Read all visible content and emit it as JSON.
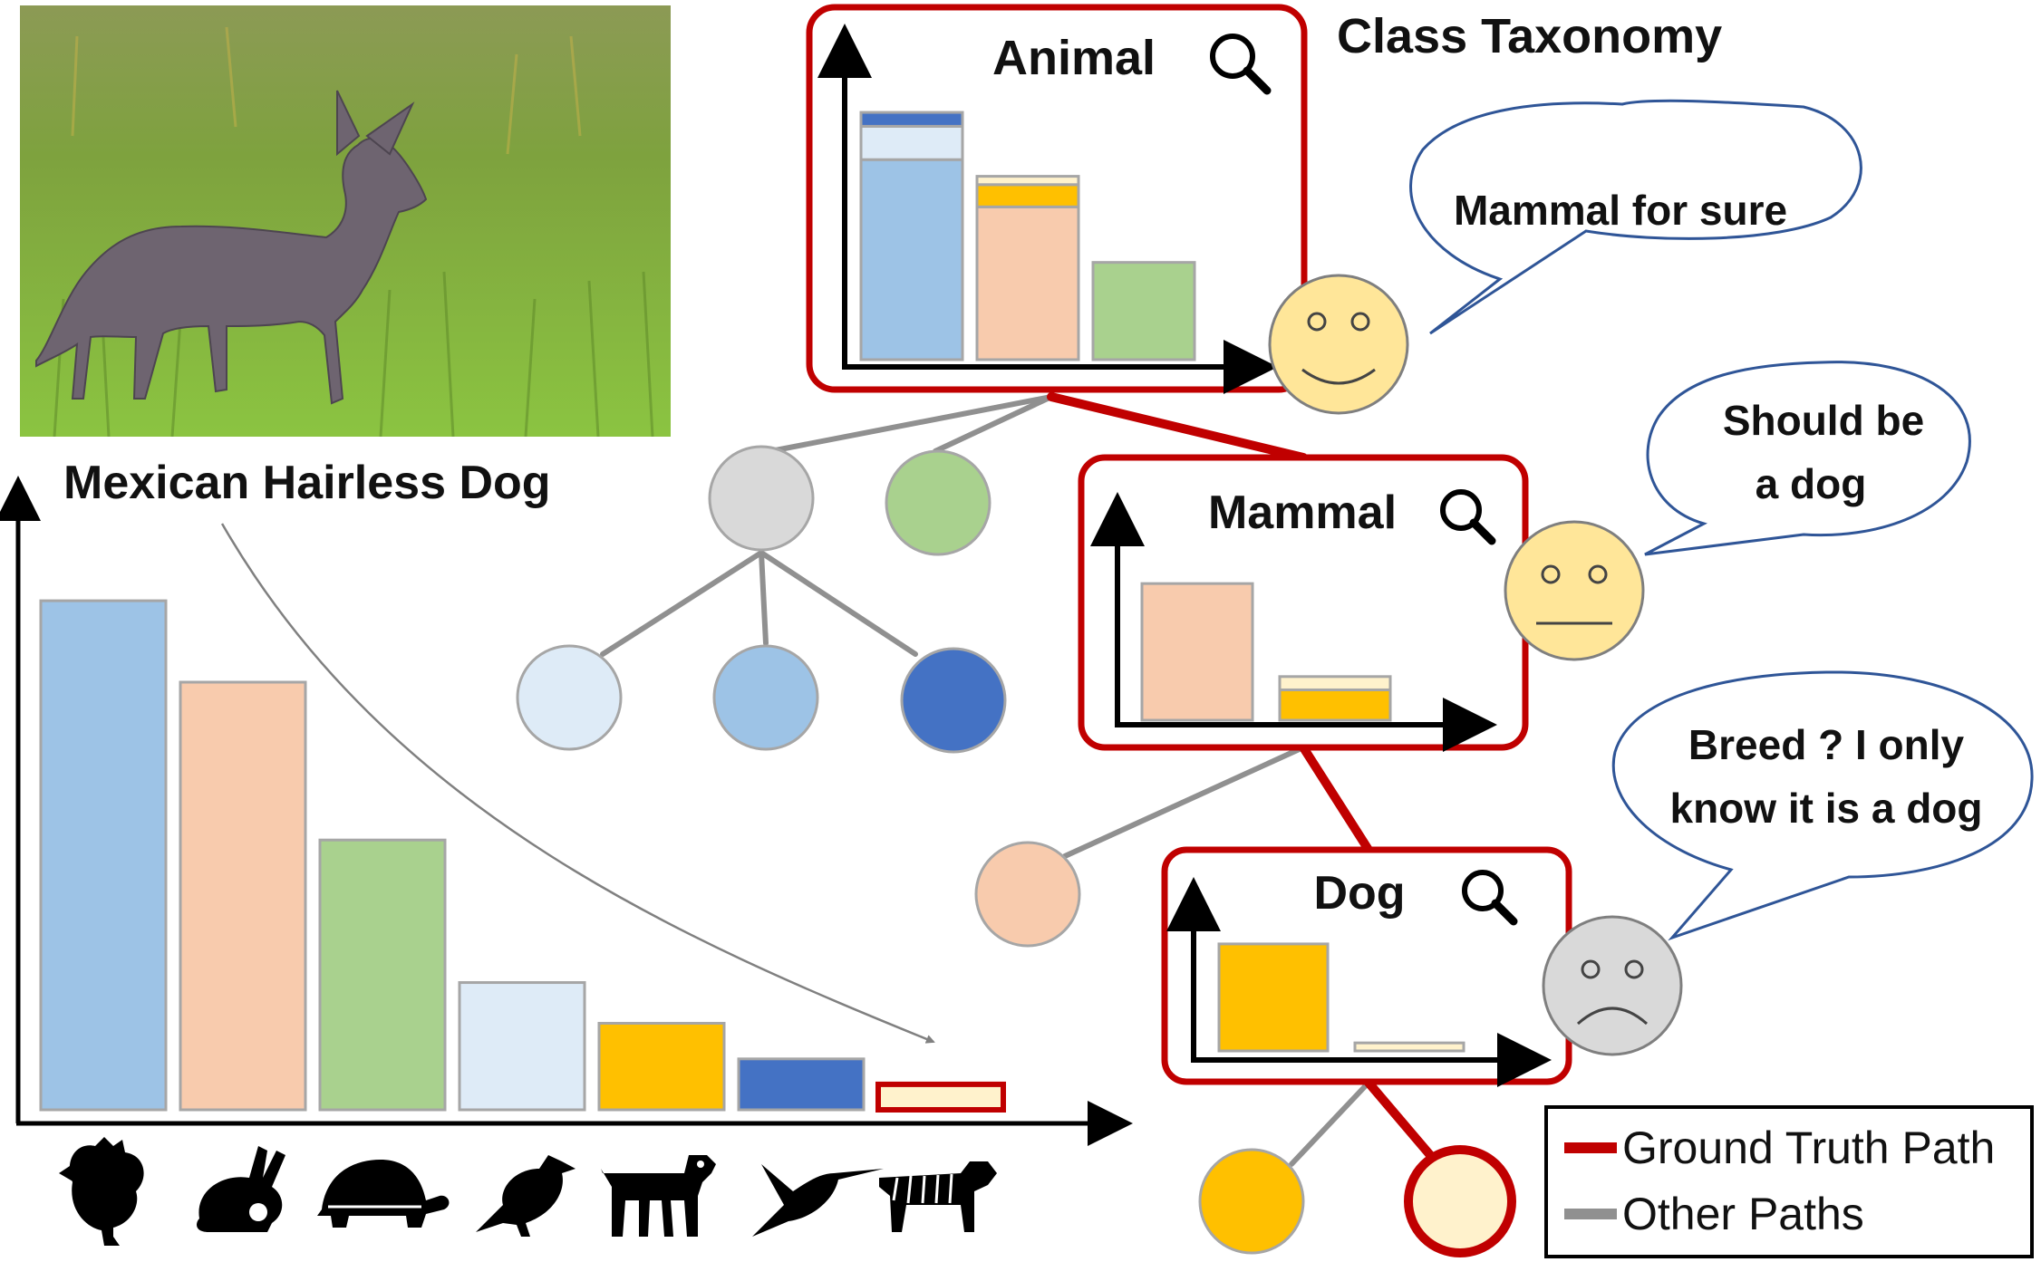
{
  "photo_label": "Mexican Hairless Dog",
  "taxonomy_title": "Class Taxonomy",
  "panels": {
    "animal": "Animal",
    "mammal": "Mammal",
    "dog": "Dog"
  },
  "speech": {
    "animal": [
      "Mammal for sure"
    ],
    "mammal": [
      "Should be",
      "a dog"
    ],
    "dog": [
      "Breed ? I only",
      "know it is a dog"
    ]
  },
  "legend": {
    "ground_truth": "Ground Truth Path",
    "other": "Other Paths"
  },
  "colors": {
    "truth_red": "#c00000",
    "other_gray": "#909090",
    "blue_mid": "#9dc3e6",
    "blue_light": "#deebf7",
    "blue_dark": "#4472c4",
    "salmon": "#f8cbad",
    "green": "#a9d18e",
    "orange": "#ffc000",
    "cream": "#fff2cc",
    "gray_node": "#d9d9d9",
    "face_yellow": "#ffe699",
    "face_gray": "#d9d9d9"
  },
  "chart_data": [
    {
      "type": "bar",
      "title": "",
      "categories": [
        "rooster-icon",
        "rabbit-icon",
        "turtle-icon",
        "bird-icon",
        "dog-icon",
        "hummingbird-icon",
        "tiger-icon"
      ],
      "values": [
        100,
        84,
        53,
        25,
        17,
        10,
        5
      ],
      "colors": [
        "#9dc3e6",
        "#f8cbad",
        "#a9d18e",
        "#deebf7",
        "#ffc000",
        "#4472c4",
        "#fff2cc"
      ],
      "highlighted": "tiger-icon",
      "ylim": [
        0,
        105
      ]
    },
    {
      "type": "bar",
      "title": "Animal",
      "stacked": true,
      "categories": [
        "blue group",
        "salmon group",
        "green group"
      ],
      "series": [
        {
          "color": "#9dc3e6",
          "values": [
            72,
            0,
            0
          ]
        },
        {
          "color": "#deebf7",
          "values": [
            12,
            0,
            0
          ]
        },
        {
          "color": "#4472c4",
          "values": [
            5,
            0,
            0
          ]
        },
        {
          "color": "#f8cbad",
          "values": [
            0,
            55,
            0
          ]
        },
        {
          "color": "#ffc000",
          "values": [
            0,
            8,
            0
          ]
        },
        {
          "color": "#fff2cc",
          "values": [
            0,
            3,
            0
          ]
        },
        {
          "color": "#a9d18e",
          "values": [
            0,
            0,
            35
          ]
        }
      ],
      "ylim": [
        0,
        105
      ]
    },
    {
      "type": "bar",
      "title": "Mammal",
      "stacked": true,
      "categories": [
        "salmon group",
        "dog group"
      ],
      "series": [
        {
          "color": "#f8cbad",
          "values": [
            72,
            0
          ]
        },
        {
          "color": "#ffc000",
          "values": [
            0,
            16
          ]
        },
        {
          "color": "#fff2cc",
          "values": [
            0,
            7
          ]
        }
      ],
      "ylim": [
        0,
        105
      ]
    },
    {
      "type": "bar",
      "title": "Dog",
      "categories": [
        "orange breed",
        "cream breed"
      ],
      "values": [
        80,
        6
      ],
      "colors": [
        "#ffc000",
        "#fff2cc"
      ],
      "ylim": [
        0,
        105
      ]
    }
  ]
}
